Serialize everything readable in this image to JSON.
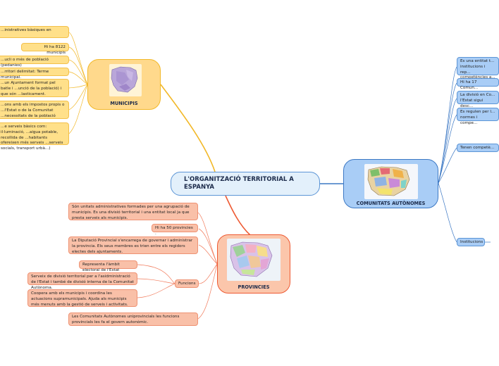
{
  "central": {
    "title": "L'ORGANITZACIÓ TERRITORIAL A ESPANYA"
  },
  "municipis": {
    "label": "MUNICIPIS",
    "items": [
      "...inistratives bàsiques en",
      "Hi ha 8122 municipis",
      "...ucli o més de població (pedanies)",
      "...rritori delimitat: Terme municipal.",
      "...un Ajuntament format pel batle i ...unció de la població) i que són ...lasticament.",
      "...ons amb els impostos propis o ...l'Estat o de la Comunitat ...necessitats de la població",
      "...e serveis bàsics com: il·luminació, ...aigua potable, recollida de ...habitants ofereixen més serveis ...serveis socials, transport urbà...)"
    ]
  },
  "provincies": {
    "label": "PROVINCIES",
    "items": [
      "Són unitats administratives formades per una agrupació de municipis. Es una divisió territorial i una entitat local ja que presta serveis als municipis.",
      "Hi ha 50 provincies .",
      "La Diputació Provincial s'encarrega de governar i administrar la provincia. Els seus membres es trien entre els regidors electes dels ajuntaments.",
      "Les Comunitats Autònomes uniprovincials les funcions provincials les fa el govern autonòmic."
    ],
    "funcions_label": "Funcions",
    "funcions": [
      "Representa l'àmbit electoral de l'Estat",
      "Serveix de divisió territorial per a l'asidministració de l'Estat i també de divisió interna de la Comunitat Autònoma.",
      "Coopera amb els municipis i coordina les actuacions supramunicipals. Ajuda als municipis més menuts amb la gestió de serveis i activitats."
    ]
  },
  "comunitats": {
    "label": "COMUNITATS AUTÒNOMES",
    "items": [
      "Es una entitat t... institucions i rep... competències a...",
      "Hi ha 17 Comun...",
      "La divisió en Co... l'Estat sigui desc...",
      "Es regulen per l... normes i compe...",
      "Tenen competè...",
      "Institucions"
    ]
  },
  "colors": {
    "yellow_hub": "#ffd98c",
    "orange_hub": "#fbc6ab",
    "blue_hub": "#a9cdf6",
    "link_yellow": "#f2b828",
    "link_orange": "#ee5a33",
    "link_blue": "#3c78c4"
  }
}
